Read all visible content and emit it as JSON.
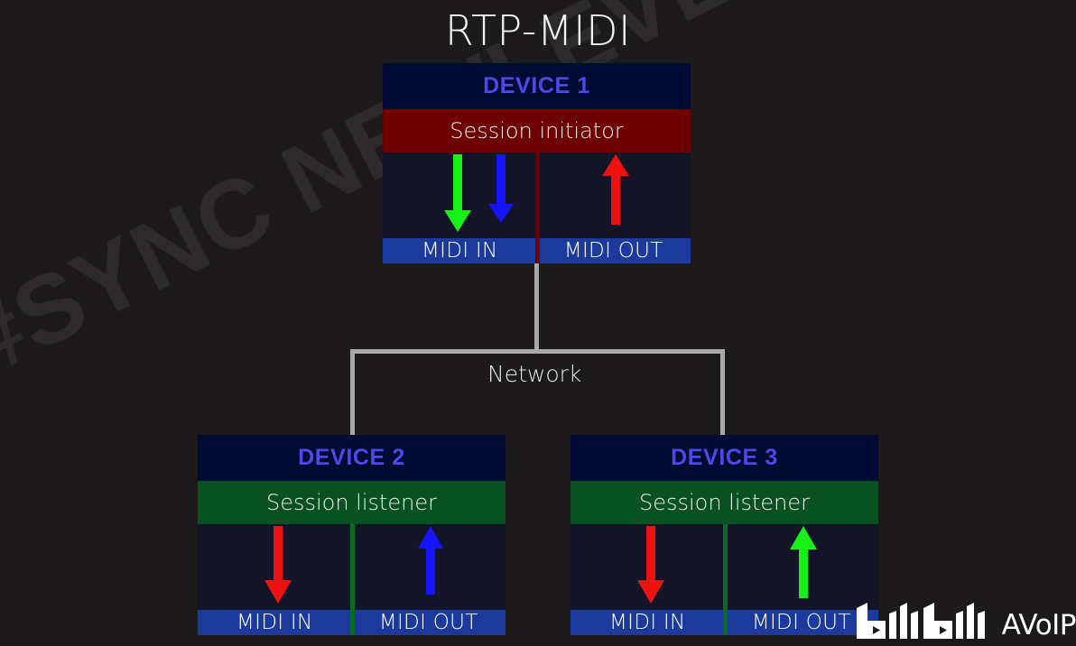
{
  "title": "RTP-MIDI",
  "watermark": "#SYNC NEWLEVELOFSHOW",
  "network": {
    "label": "Network"
  },
  "devices": [
    {
      "name": "DEVICE 1",
      "role": "Session initiator",
      "role_type": "initiator",
      "role_color": "#6e0001",
      "ports": [
        {
          "label": "MIDI IN"
        },
        {
          "label": "MIDI OUT"
        }
      ],
      "arrows": [
        {
          "name": "arrow-down-green",
          "direction": "down",
          "color": "#16f016"
        },
        {
          "name": "arrow-down-blue",
          "direction": "down",
          "color": "#1414ff"
        },
        {
          "name": "arrow-up-red",
          "direction": "up",
          "color": "#ee1111"
        }
      ]
    },
    {
      "name": "DEVICE 2",
      "role": "Session listener",
      "role_type": "listener",
      "role_color": "#085121",
      "ports": [
        {
          "label": "MIDI IN"
        },
        {
          "label": "MIDI OUT"
        }
      ],
      "arrows": [
        {
          "name": "arrow-down-red",
          "direction": "down",
          "color": "#ee1111"
        },
        {
          "name": "arrow-up-blue",
          "direction": "up",
          "color": "#1414ff"
        }
      ]
    },
    {
      "name": "DEVICE 3",
      "role": "Session listener",
      "role_type": "listener",
      "role_color": "#085121",
      "ports": [
        {
          "label": "MIDI IN"
        },
        {
          "label": "MIDI OUT"
        }
      ],
      "arrows": [
        {
          "name": "arrow-down-red",
          "direction": "down",
          "color": "#ee1111"
        },
        {
          "name": "arrow-up-green",
          "direction": "up",
          "color": "#16f016"
        }
      ]
    }
  ],
  "logo": {
    "brand": "bilibili",
    "channel": "AVoIP"
  },
  "colors": {
    "background": "#1c1a1a",
    "header_band": "#000b33",
    "header_text": "#4b49e8",
    "body": "#141428",
    "port_band": "#1b3a9c",
    "network_line": "#a8a8a8"
  }
}
